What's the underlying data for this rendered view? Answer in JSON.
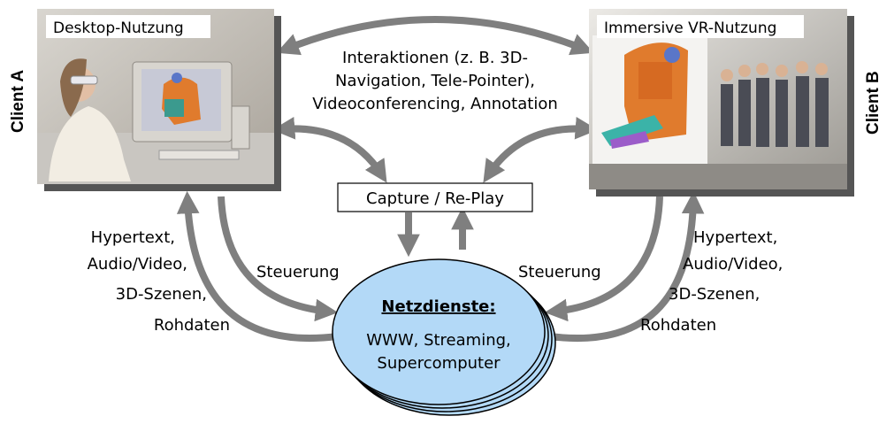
{
  "client_a": {
    "label": "Client A",
    "caption": "Desktop-Nutzung"
  },
  "client_b": {
    "label": "Client B",
    "caption": "Immersive VR-Nutzung"
  },
  "interactions": [
    "Interaktionen (z. B. 3D-",
    "Navigation, Tele-Pointer),",
    "Videoconferencing, Annotation"
  ],
  "capture_replay": "Capture / Re-Play",
  "control_left": "Steuerung",
  "control_right": "Steuerung",
  "content_left": [
    "Hypertext,",
    "Audio/Video,",
    "3D-Szenen,",
    "Rohdaten"
  ],
  "content_right": [
    "Hypertext,",
    "Audio/Video,",
    "3D-Szenen,",
    "Rohdaten"
  ],
  "net_services": {
    "title": "Netzdienste:",
    "lines": [
      "WWW, Streaming,",
      "Supercomputer"
    ]
  },
  "colors": {
    "arrow": "#7f7f7f",
    "ellipse_fill": "#b3d9f7",
    "ellipse_stroke": "#000000",
    "box_border": "#000000"
  }
}
